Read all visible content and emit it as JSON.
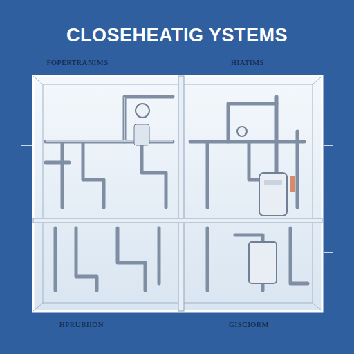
{
  "diagram": {
    "title": "CLOSEHEATIG YSTEMS",
    "labels": [
      "FOPERTRANIMS",
      "HIATIMS",
      "HPRUBIION",
      "GISCIORM"
    ]
  }
}
